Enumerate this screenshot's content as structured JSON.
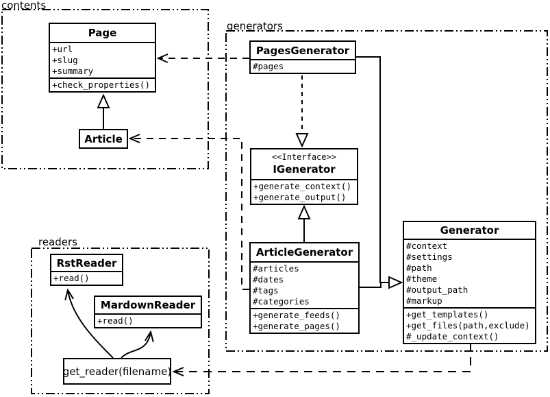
{
  "packages": {
    "contents": {
      "label": "contents"
    },
    "generators": {
      "label": "generators"
    },
    "readers": {
      "label": "readers"
    }
  },
  "classes": {
    "page": {
      "name": "Page",
      "attributes": [
        "+url",
        "+slug",
        "+summary"
      ],
      "methods": [
        "+check_properties()"
      ]
    },
    "article": {
      "name": "Article"
    },
    "pagesGenerator": {
      "name": "PagesGenerator",
      "attributes": [
        "#pages"
      ]
    },
    "iGenerator": {
      "stereotype": "<<Interface>>",
      "name": "IGenerator",
      "methods": [
        "+generate_context()",
        "+generate_output()"
      ]
    },
    "articleGenerator": {
      "name": "ArticleGenerator",
      "attributes": [
        "#articles",
        "#dates",
        "#tags",
        "#categories"
      ],
      "methods": [
        "+generate_feeds()",
        "+generate_pages()"
      ]
    },
    "generator": {
      "name": "Generator",
      "attributes": [
        "#context",
        "#settings",
        "#path",
        "#theme",
        "#output_path",
        "#markup"
      ],
      "methods": [
        "+get_templates()",
        "+get_files(path,exclude)",
        "#_update_context()"
      ]
    },
    "rstReader": {
      "name": "RstReader",
      "methods": [
        "+read()"
      ]
    },
    "mardownReader": {
      "name": "MardownReader",
      "methods": [
        "+read()"
      ]
    },
    "getReader": {
      "name": "get_reader(filename)"
    }
  },
  "relationships": [
    {
      "type": "inheritance",
      "from": "Article",
      "to": "Page"
    },
    {
      "type": "dependency",
      "from": "PagesGenerator",
      "to": "Page"
    },
    {
      "type": "dependency",
      "from": "ArticleGenerator",
      "to": "Article"
    },
    {
      "type": "realization",
      "from": "PagesGenerator",
      "to": "IGenerator"
    },
    {
      "type": "inheritance",
      "from": "ArticleGenerator",
      "to": "IGenerator"
    },
    {
      "type": "inheritance",
      "from": "PagesGenerator",
      "to": "Generator"
    },
    {
      "type": "inheritance",
      "from": "ArticleGenerator",
      "to": "Generator"
    },
    {
      "type": "dependency",
      "from": "Generator",
      "to": "get_reader(filename)"
    },
    {
      "type": "association",
      "from": "get_reader(filename)",
      "to": "RstReader"
    },
    {
      "type": "association",
      "from": "get_reader(filename)",
      "to": "MardownReader"
    }
  ],
  "colors": {
    "line": "#000000",
    "background": "#ffffff",
    "box_fill": "#ffffff"
  }
}
